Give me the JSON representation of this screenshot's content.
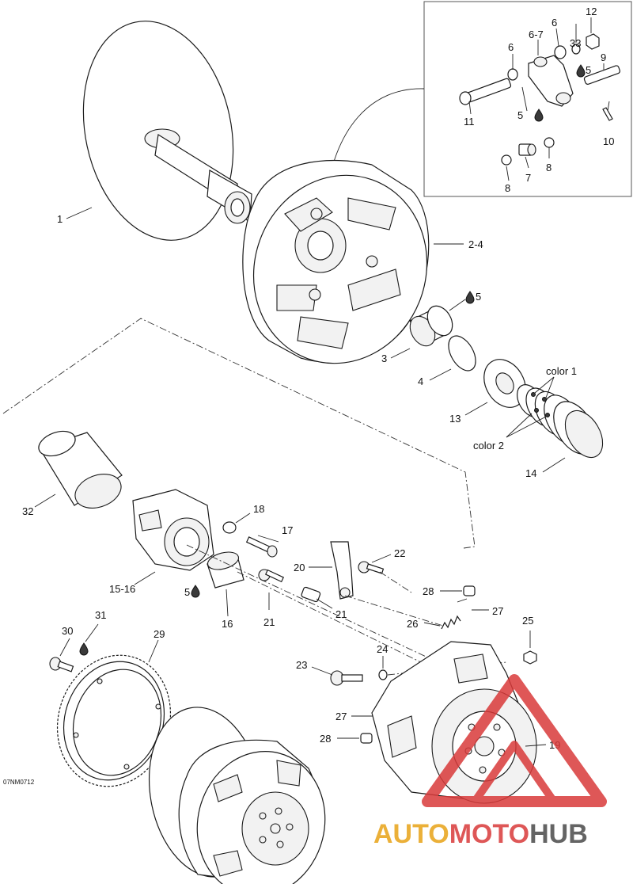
{
  "labels": {
    "p1": "1",
    "p2_4": "2-4",
    "p3": "3",
    "p4": "4",
    "p5a": "5",
    "p5b": "5",
    "p5c": "5",
    "p5d": "5",
    "p6a": "6",
    "p6b": "6",
    "p6_7": "6-7",
    "p7": "7",
    "p8a": "8",
    "p8b": "8",
    "p9": "9",
    "p10": "10",
    "p11": "11",
    "p12": "12",
    "p13": "13",
    "p14": "14",
    "p15_16": "15-16",
    "p16": "16",
    "p17": "17",
    "p18": "18",
    "p19": "19",
    "p20": "20",
    "p21a": "21",
    "p21b": "21",
    "p22": "22",
    "p23": "23",
    "p24": "24",
    "p25": "25",
    "p26": "26",
    "p27a": "27",
    "p27b": "27",
    "p28a": "28",
    "p28b": "28",
    "p29": "29",
    "p30": "30",
    "p31": "31",
    "p32": "32",
    "p33": "33",
    "color1": "color 1",
    "color2": "color 2"
  },
  "diagram_code": "07NM0712",
  "watermark": {
    "brand_auto": "AUTO",
    "brand_moto": "MOTO",
    "brand_hub": "HUB",
    "color_auto": "#e8a317",
    "color_moto": "#d93a3a",
    "color_hub": "#4a4a4a"
  },
  "icons": {
    "lubricant": "oil-drop-icon"
  }
}
